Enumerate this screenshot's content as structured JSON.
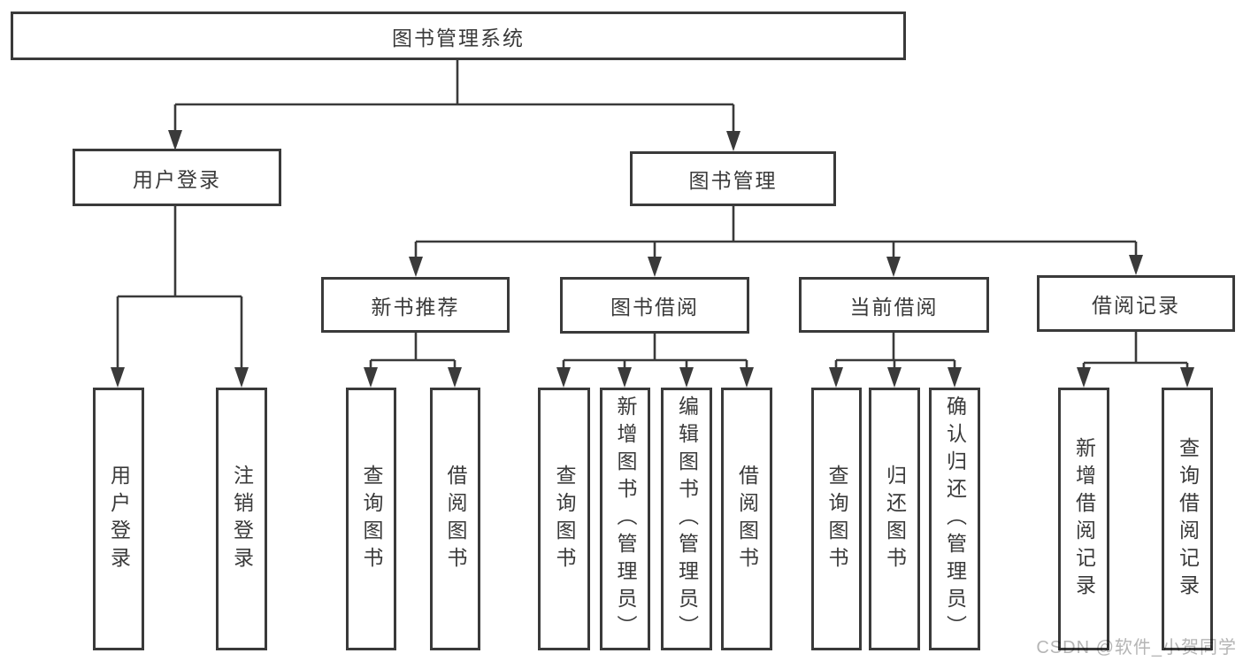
{
  "diagram_title": "图书管理系统",
  "tree": {
    "label": "图书管理系统",
    "children": [
      {
        "label": "用户登录",
        "children": [
          {
            "label": "用户登录"
          },
          {
            "label": "注销登录"
          }
        ]
      },
      {
        "label": "图书管理",
        "children": [
          {
            "label": "新书推荐",
            "children": [
              {
                "label": "查询图书"
              },
              {
                "label": "借阅图书"
              }
            ]
          },
          {
            "label": "图书借阅",
            "children": [
              {
                "label": "查询图书"
              },
              {
                "label": "新增图书（管理员）"
              },
              {
                "label": "编辑图书（管理员）"
              },
              {
                "label": "借阅图书"
              }
            ]
          },
          {
            "label": "当前借阅",
            "children": [
              {
                "label": "查询图书"
              },
              {
                "label": "归还图书"
              },
              {
                "label": "确认归还（管理员）"
              }
            ]
          },
          {
            "label": "借阅记录",
            "children": [
              {
                "label": "新增借阅记录"
              },
              {
                "label": "查询借阅记录"
              }
            ]
          }
        ]
      }
    ]
  },
  "watermark": {
    "text": "CSDN @软件_小贺同学"
  },
  "colors": {
    "line": "#3a3a3a",
    "text": "#3a3a3a",
    "watermark": "#b5b5b5",
    "background": "#ffffff"
  }
}
